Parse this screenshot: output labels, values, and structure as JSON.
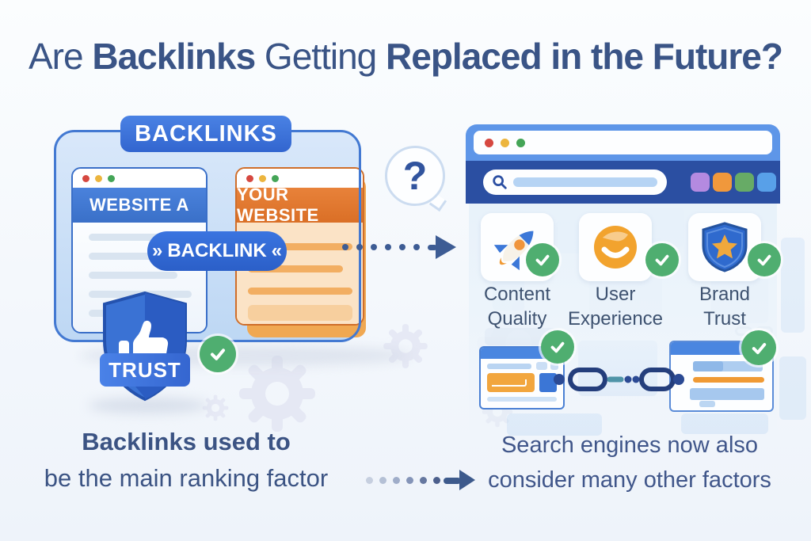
{
  "title": {
    "part1": "Are ",
    "part2": "Backlinks",
    "part3": " Getting ",
    "part4": "Replaced in the Future",
    "part5": "?"
  },
  "left_panel": {
    "badge_label": "BACKLINKS",
    "website_a_title": "WEBSITE A",
    "your_website_title": "YOUR WEBSITE",
    "backlink_pill": {
      "left_chevron": "»",
      "label": "BACKLINK",
      "right_chevron": "«"
    },
    "trust_label": "TRUST",
    "trust_icon": "thumbs-up-icon",
    "check_icon": "green-check-icon"
  },
  "question_bubble": {
    "symbol": "?"
  },
  "right_panel": {
    "browser": {
      "traffic_lights": [
        "red",
        "yellow",
        "green"
      ],
      "search_icon": "magnifier-icon",
      "toolbar_squares": [
        "#b48ae0",
        "#f0983c",
        "#67ab66",
        "#58a0e8"
      ]
    },
    "factors": [
      {
        "icon": "rocket-icon",
        "line1": "Content",
        "line2": "Quality"
      },
      {
        "icon": "smiley-icon",
        "line1": "User",
        "line2": "Experience"
      },
      {
        "icon": "shield-star-icon",
        "line1": "Brand",
        "line2": "Trust"
      }
    ],
    "linked_pages": {
      "chain_icon": "chain-link-icon",
      "check_icon": "green-check-icon"
    }
  },
  "captions": {
    "left_line1": "Backlinks used to",
    "left_line2": "be the main ranking factor",
    "right_line1": "Search engines now also",
    "right_line2": "consider many other factors"
  },
  "colors": {
    "title_text": "#3a5486",
    "panel_fill": "#cfe2f7",
    "panel_border": "#4379d2",
    "blue_primary": "#3a70c8",
    "orange_primary": "#e0772e",
    "green_check": "#4fae70",
    "navbar_blue": "#2b4fa2",
    "caption_text": "#3b5383"
  }
}
